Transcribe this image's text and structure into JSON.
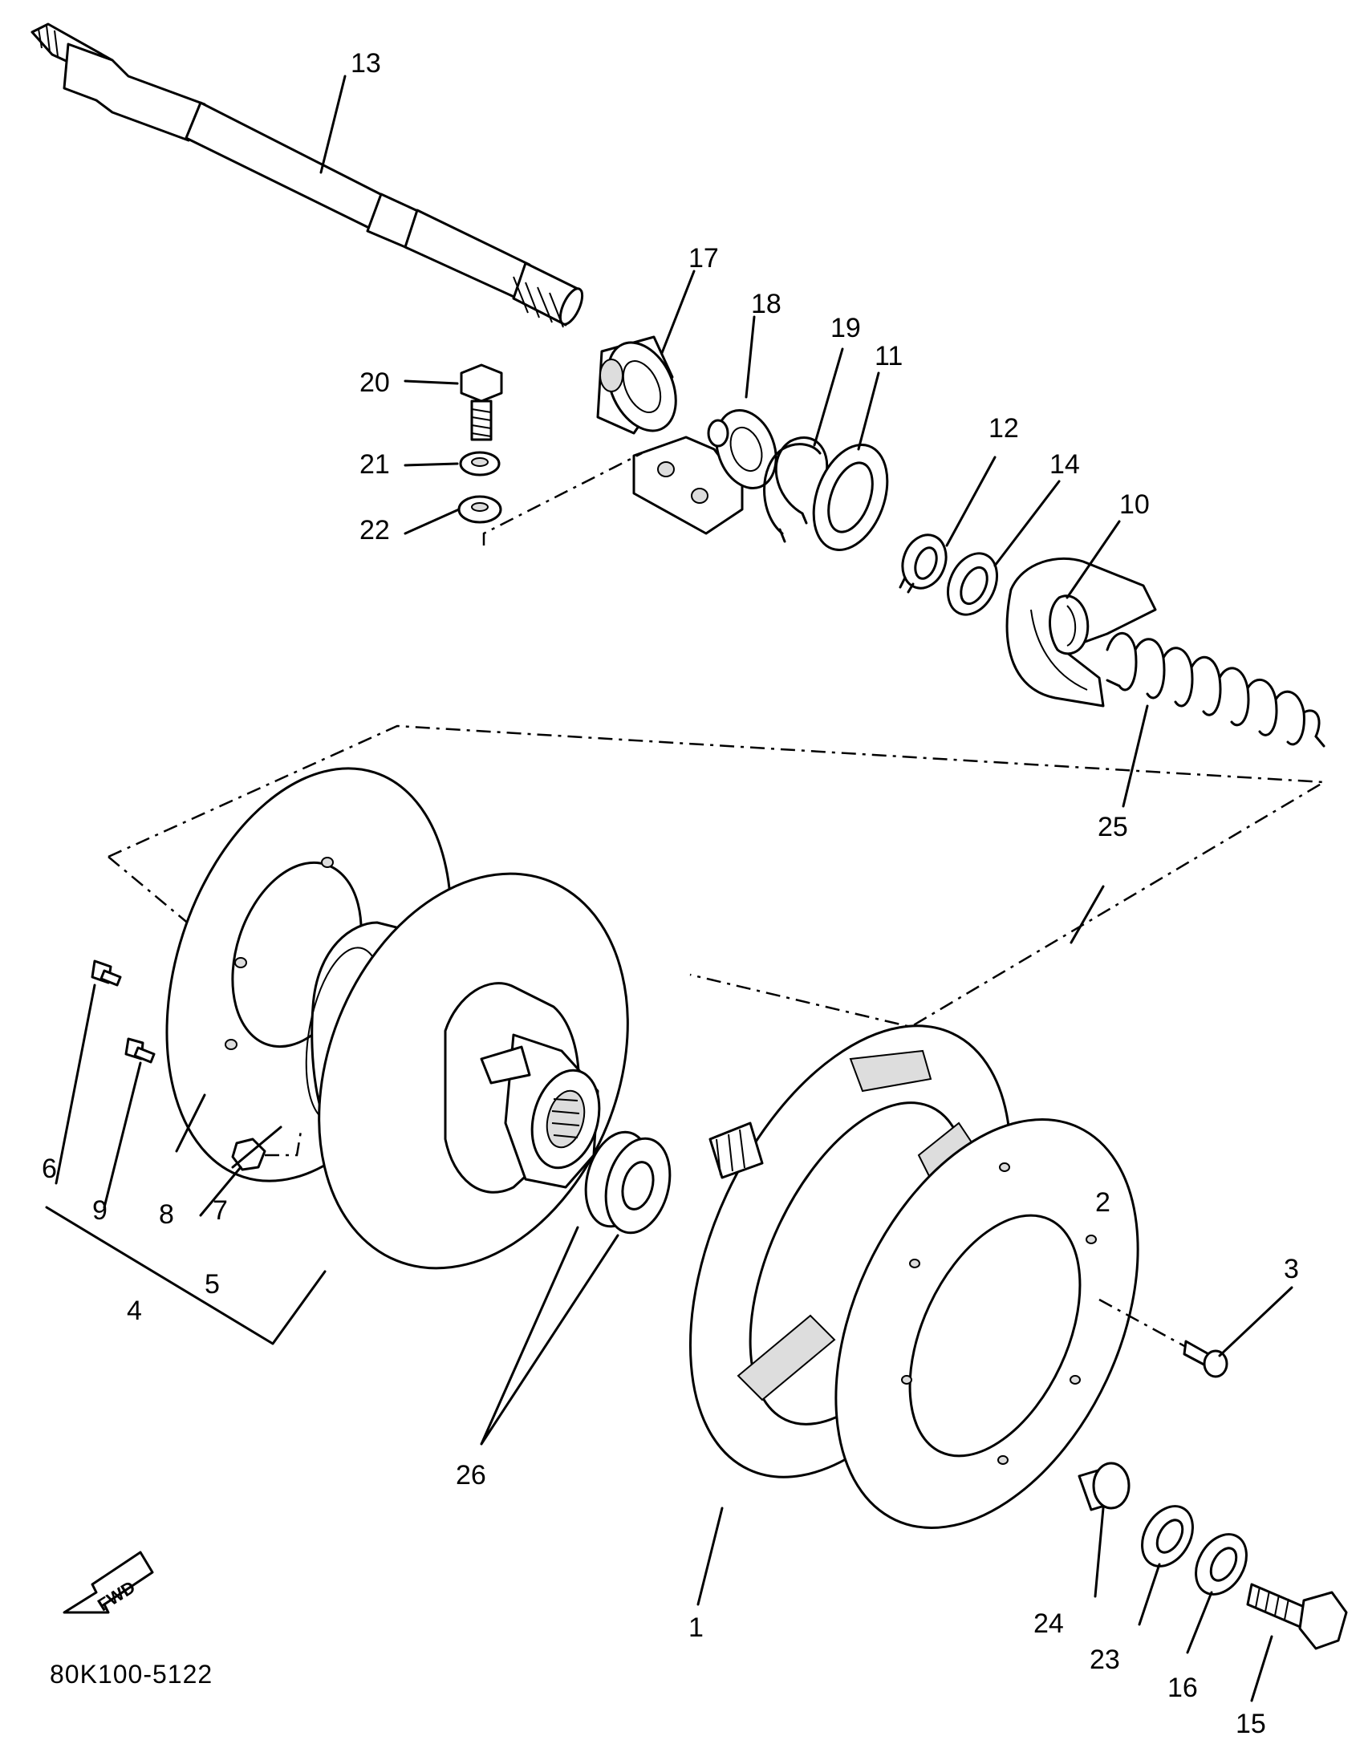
{
  "diagram_code": "80K100-5122",
  "fwd_label": "FWD",
  "parts": [
    {
      "id": "p1",
      "label": "1"
    },
    {
      "id": "p2",
      "label": "2"
    },
    {
      "id": "p3",
      "label": "3"
    },
    {
      "id": "p4",
      "label": "4"
    },
    {
      "id": "p5",
      "label": "5"
    },
    {
      "id": "p6",
      "label": "6"
    },
    {
      "id": "p7",
      "label": "7"
    },
    {
      "id": "p8",
      "label": "8"
    },
    {
      "id": "p9",
      "label": "9"
    },
    {
      "id": "p10",
      "label": "10"
    },
    {
      "id": "p11",
      "label": "11"
    },
    {
      "id": "p12",
      "label": "12"
    },
    {
      "id": "p13",
      "label": "13"
    },
    {
      "id": "p14",
      "label": "14"
    },
    {
      "id": "p15",
      "label": "15"
    },
    {
      "id": "p16",
      "label": "16"
    },
    {
      "id": "p17",
      "label": "17"
    },
    {
      "id": "p18",
      "label": "18"
    },
    {
      "id": "p19",
      "label": "19"
    },
    {
      "id": "p20",
      "label": "20"
    },
    {
      "id": "p21",
      "label": "21"
    },
    {
      "id": "p22",
      "label": "22"
    },
    {
      "id": "p23",
      "label": "23"
    },
    {
      "id": "p24",
      "label": "24"
    },
    {
      "id": "p25",
      "label": "25"
    },
    {
      "id": "p26",
      "label": "26"
    }
  ]
}
